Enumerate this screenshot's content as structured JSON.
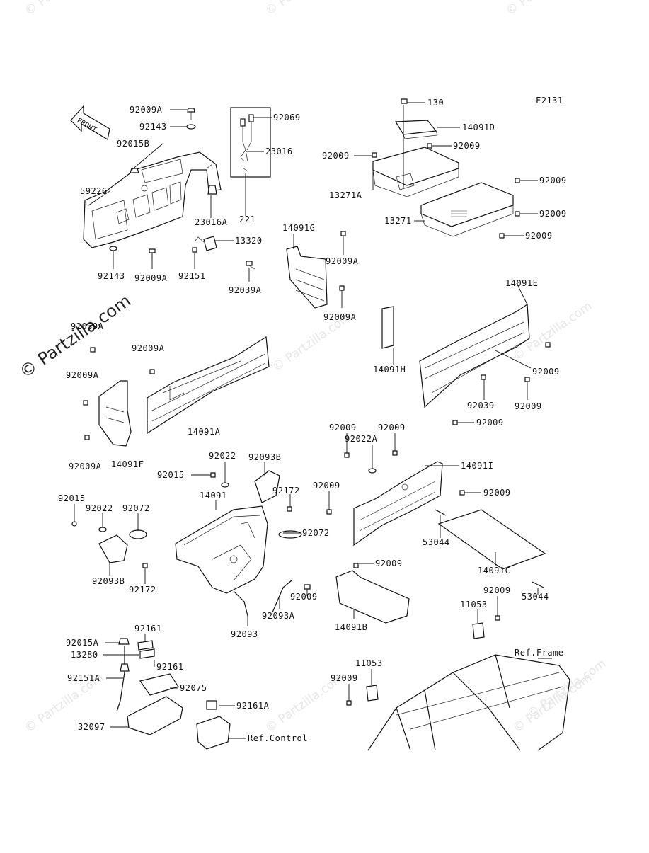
{
  "watermark": {
    "text": "© Partzilla.com",
    "main_text": "© Partzilla.com"
  },
  "figure_code": "F2131",
  "front_arrow_label": "FRONT",
  "labels": {
    "l92009A_a": "92009A",
    "l92143_a": "92143",
    "l92015B": "92015B",
    "l59226": "59226",
    "l92143_b": "92143",
    "l92009A_b": "92009A",
    "l92069": "92069",
    "l23016": "23016",
    "l23016A": "23016A",
    "l221": "221",
    "l13320": "13320",
    "l92151": "92151",
    "l14091G": "14091G",
    "l92009A_c": "92009A",
    "l92039A": "92039A",
    "l92009A_d": "92009A",
    "l130": "130",
    "l14091D": "14091D",
    "l92009_a": "92009",
    "l92009_b": "92009",
    "l13271A": "13271A",
    "l92009_c": "92009",
    "l13271": "13271",
    "l92009_d": "92009",
    "l92009_e": "92009",
    "l92039A_left": "92039A",
    "l92009A_e": "92009A",
    "l92009A_f": "92009A",
    "l14091A": "14091A",
    "l92009A_g": "92009A",
    "l14091F": "14091F",
    "l14091E": "14091E",
    "l14091H": "14091H",
    "l92009_f": "92009",
    "l92039": "92039",
    "l92009_g": "92009",
    "l92009_h": "92009",
    "l92009_i": "92009",
    "l92009_j": "92009",
    "l92022A": "92022A",
    "l14091I": "14091I",
    "l92009_k": "92009",
    "l92009_l": "92009",
    "l53044_a": "53044",
    "l14091C": "14091C",
    "l53044_b": "53044",
    "l92022_a": "92022",
    "l92093B_a": "92093B",
    "l92015_a": "92015",
    "l92172_a": "92172",
    "l14091": "14091",
    "l92072_a": "92072",
    "l92015_b": "92015",
    "l92022_b": "92022",
    "l92072_b": "92072",
    "l92093B_b": "92093B",
    "l92172_b": "92172",
    "l92009_m": "92009",
    "l92093A": "92093A",
    "l92093": "92093",
    "l92009_n": "92009",
    "l14091B": "14091B",
    "l92009_o": "92009",
    "l11053_a": "11053",
    "l92015A": "92015A",
    "l92161_a": "92161",
    "l13280": "13280",
    "l92161_b": "92161",
    "l92151A": "92151A",
    "l92075": "92075",
    "l92161A": "92161A",
    "l32097": "32097",
    "lRefControl": "Ref.Control",
    "l11053_b": "11053",
    "l92009_p": "92009",
    "lRefFrame": "Ref.Frame"
  }
}
